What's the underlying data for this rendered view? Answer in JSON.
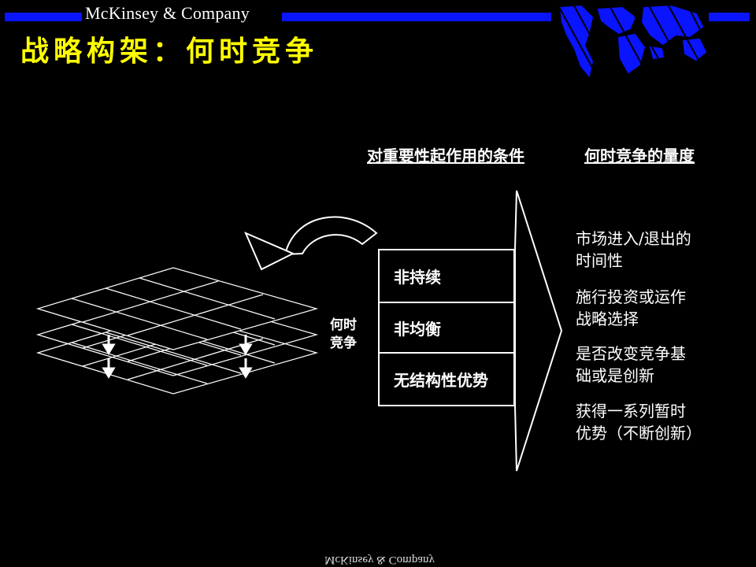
{
  "brand": "McKinsey & Company",
  "title": "战略构架：何时竞争",
  "headers": {
    "conditions": "对重要性起作用的条件",
    "measures": "何时竞争的量度"
  },
  "side_label_lines": [
    "何时",
    "竞争"
  ],
  "conditions": [
    "非持续",
    "非均衡",
    "无结构性优势"
  ],
  "measures": [
    [
      "市场进入/退出的",
      "时间性"
    ],
    [
      "施行投资或运作",
      "战略选择"
    ],
    [
      "是否改变竞争基",
      "础或是创新"
    ],
    [
      "获得一系列暂时",
      "优势（不断创新）"
    ]
  ],
  "footer": "McKinsey & Company",
  "colors": {
    "accent_bar": "#0a14ff",
    "title": "#ffff00"
  }
}
